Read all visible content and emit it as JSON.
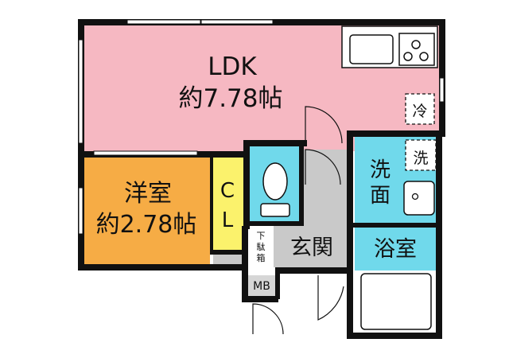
{
  "rooms": {
    "ldk": {
      "name": "LDK",
      "size": "約7.78帖"
    },
    "western": {
      "name": "洋室",
      "size": "約2.78帖"
    },
    "closet": {
      "line1": "C",
      "line2": "L"
    },
    "entrance": {
      "name": "玄関"
    },
    "shoe_box": {
      "line1": "下",
      "line2": "駄",
      "line3": "箱"
    },
    "meter_box": {
      "name": "MB"
    },
    "washroom": {
      "line1": "洗",
      "line2": "面"
    },
    "bathroom": {
      "name": "浴室"
    }
  },
  "fixtures": {
    "fridge": {
      "label": "冷"
    },
    "washer": {
      "label": "洗"
    }
  },
  "colors": {
    "ldk": "#f6b8c2",
    "western": "#f6ac45",
    "closet": "#fbf26c",
    "wet_area": "#70d9eb",
    "entrance": "#c9c9c9",
    "meter_box": "#d6d6d6",
    "wall": "#111111"
  }
}
